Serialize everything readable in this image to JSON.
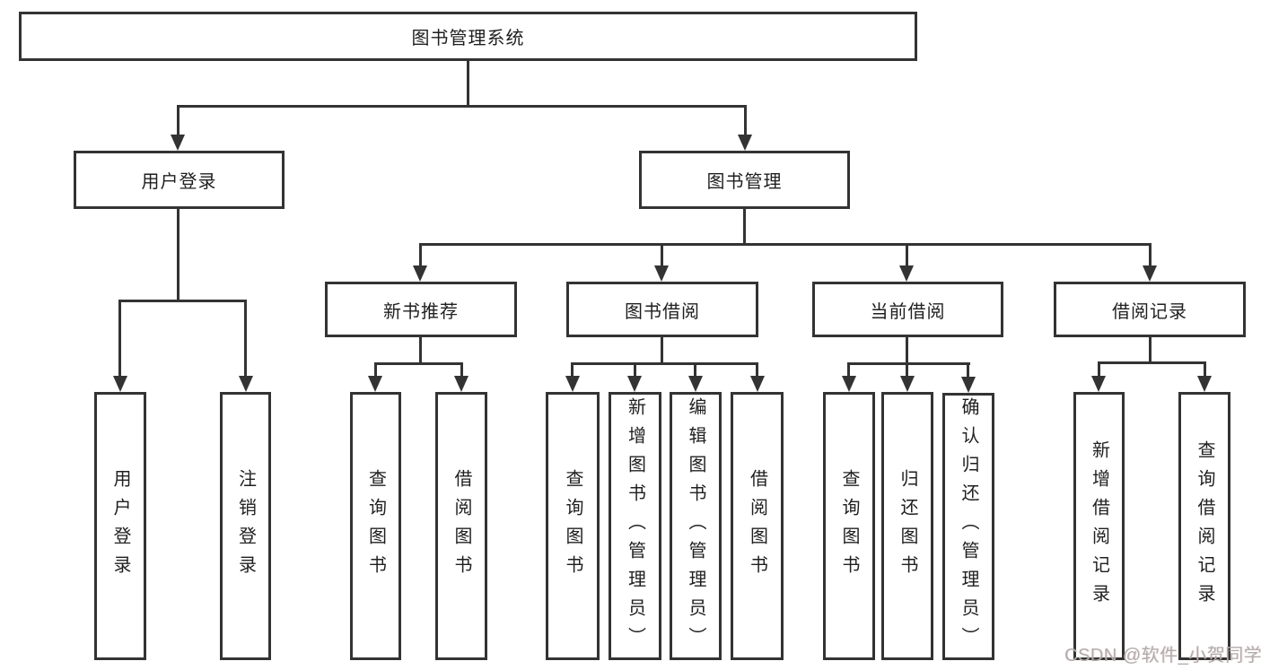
{
  "diagram": {
    "title": "图书管理系统",
    "nodes": {
      "root": "图书管理系统",
      "user_login": "用户登录",
      "book_mgmt": "图书管理",
      "new_book_rec": "新书推荐",
      "book_borrow": "图书借阅",
      "current_borrow": "当前借阅",
      "borrow_record": "借阅记录",
      "ul_user_login": "用户登录",
      "ul_logout": "注销登录",
      "nbr_query_book": "查询图书",
      "nbr_borrow_book": "借阅图书",
      "bb_query_book": "查询图书",
      "bb_add_book": "新增图书（管理员）",
      "bb_edit_book": "编辑图书（管理员）",
      "bb_borrow_book": "借阅图书",
      "cb_query_book": "查询图书",
      "cb_return_book": "归还图书",
      "cb_confirm_return": "确认归还（管理员）",
      "br_add_record": "新增借阅记录",
      "br_query_record": "查询借阅记录"
    },
    "structure": {
      "图书管理系统": {
        "用户登录": [
          "用户登录",
          "注销登录"
        ],
        "图书管理": {
          "新书推荐": [
            "查询图书",
            "借阅图书"
          ],
          "图书借阅": [
            "查询图书",
            "新增图书（管理员）",
            "编辑图书（管理员）",
            "借阅图书"
          ],
          "当前借阅": [
            "查询图书",
            "归还图书",
            "确认归还（管理员）"
          ],
          "借阅记录": [
            "新增借阅记录",
            "查询借阅记录"
          ]
        }
      }
    },
    "colors": {
      "line": "#333333",
      "box_border": "#333333",
      "box_bg": "#ffffff",
      "text": "#1f1f1f",
      "watermark": "#b3acac"
    }
  },
  "watermark": {
    "text": "CSDN @软件_小贺同学"
  }
}
